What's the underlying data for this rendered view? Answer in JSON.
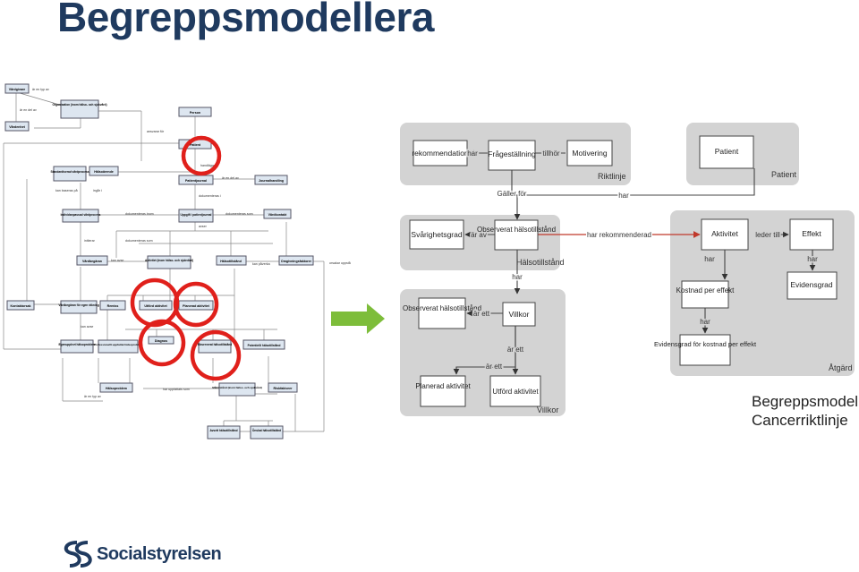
{
  "title": "Begreppsmodellera",
  "left_model": {
    "boxes": [
      {
        "id": "vardgivare",
        "label": "Vårdgivare"
      },
      {
        "id": "organisation",
        "label": "Organisation (inom hälso- och sjukvård)"
      },
      {
        "id": "vardenhet",
        "label": "Vårdenhet"
      },
      {
        "id": "person",
        "label": "Person"
      },
      {
        "id": "patient",
        "label": "Patient"
      },
      {
        "id": "std-vardprocess",
        "label": "Standardiserad vårdprocess"
      },
      {
        "id": "halsoarende",
        "label": "Hälsoärende"
      },
      {
        "id": "patientjournal",
        "label": "Patientjournal"
      },
      {
        "id": "journalhandling",
        "label": "Journalhandling"
      },
      {
        "id": "ind-vardprocess",
        "label": "Individanpassad vårdprocess"
      },
      {
        "id": "uppgift",
        "label": "Uppgift i patientjournal"
      },
      {
        "id": "vardkontakt",
        "label": "Vårdkontakt"
      },
      {
        "id": "vardbegaran",
        "label": "Vårdbegäran"
      },
      {
        "id": "aktivitet-l",
        "label": "Aktivitet (inom hälso- och sjukvård)"
      },
      {
        "id": "halsotillstand-l",
        "label": "Hälsotillstånd"
      },
      {
        "id": "omgivning",
        "label": "Omgivningsfaktorer"
      },
      {
        "id": "kontaktorsak",
        "label": "Kontaktorsak"
      },
      {
        "id": "vardbegaran-egen",
        "label": "Vårdbegäran för egen räkning"
      },
      {
        "id": "remiss",
        "label": "Remiss"
      },
      {
        "id": "utford-l",
        "label": "Utförd aktivitet"
      },
      {
        "id": "planerad-l",
        "label": "Planerad aktivitet"
      },
      {
        "id": "diagnos",
        "label": "Diagnos"
      },
      {
        "id": "egenupplevt",
        "label": "Egenupplevt hälsoproblem"
      },
      {
        "id": "professionellt",
        "label": "Professionellt uppfattat hälsoproblem"
      },
      {
        "id": "observerat-l",
        "label": "Observerat hälsotillstånd"
      },
      {
        "id": "potentiellt",
        "label": "Potentiellt hälsotillstånd"
      },
      {
        "id": "halsoproblem",
        "label": "Hälsoproblem"
      },
      {
        "id": "malstillstand",
        "label": "Måltillstånd (inom hälso- och sjukvård)"
      },
      {
        "id": "riskfaktorer",
        "label": "Riskfaktorer"
      },
      {
        "id": "avsett",
        "label": "Avsett hälsotillstånd"
      },
      {
        "id": "onskat",
        "label": "Önskat hälsotillstånd"
      }
    ],
    "relations": [
      "är en typ av",
      "är en del av",
      "ansvarar för",
      "är en del av",
      "handlägger",
      "kan baseras på",
      "ingår i",
      "dokumenteras i",
      "dokumenteras inom",
      "dokumenteras som",
      "avser",
      "initierar",
      "kan avse",
      "dokumenteras som",
      "kan påverka",
      "orsakar uppstå",
      "kan avse",
      "har uppfattats som",
      "är en typ av"
    ]
  },
  "right_model": {
    "groups": [
      {
        "id": "riktlinje",
        "label": "Riktlinje"
      },
      {
        "id": "patient-g",
        "label": "Patient"
      },
      {
        "id": "halsotillstand-g",
        "label": "Hälsotillstånd"
      },
      {
        "id": "atgard",
        "label": "Åtgärd"
      },
      {
        "id": "villkor-g",
        "label": "Villkor"
      }
    ],
    "nodes": [
      {
        "id": "rekommendation",
        "label": "rekommendation"
      },
      {
        "id": "fragestallning",
        "label": "Frågeställning"
      },
      {
        "id": "motivering",
        "label": "Motivering"
      },
      {
        "id": "patient",
        "label": "Patient"
      },
      {
        "id": "svarighetsgrad",
        "label": "Svårighetsgrad"
      },
      {
        "id": "observerat-h",
        "label": "Observerat hälsotillstånd"
      },
      {
        "id": "aktivitet",
        "label": "Aktivitet"
      },
      {
        "id": "effekt",
        "label": "Effekt"
      },
      {
        "id": "kostnad",
        "label": "Kostnad per effekt"
      },
      {
        "id": "evidensgrad",
        "label": "Evidensgrad"
      },
      {
        "id": "evidensgrad-kostnad",
        "label": "Evidensgrad för kostnad per effekt"
      },
      {
        "id": "observerat-v",
        "label": "Observerat hälsotillstånd"
      },
      {
        "id": "villkor",
        "label": "Villkor"
      },
      {
        "id": "planerad",
        "label": "Planerad aktivitet"
      },
      {
        "id": "utford",
        "label": "Utförd aktivitet"
      }
    ],
    "edges": [
      {
        "label": "har"
      },
      {
        "label": "tillhör"
      },
      {
        "label": "Gäller för"
      },
      {
        "label": "har"
      },
      {
        "label": "är av"
      },
      {
        "label": "har rekommenderad"
      },
      {
        "label": "leder till"
      },
      {
        "label": "har"
      },
      {
        "label": "har"
      },
      {
        "label": "har"
      },
      {
        "label": "har"
      },
      {
        "label": "är ett"
      },
      {
        "label": "är ett"
      },
      {
        "label": "är ett"
      }
    ]
  },
  "caption": {
    "line1": "Begreppsmodell",
    "line2": "Cancerriktlinje"
  },
  "logo": {
    "text": "Socialstyrelsen"
  },
  "colors": {
    "title": "#1f3a5f",
    "group_bg": "#d3d3d3",
    "arrow": "#7dbd3a",
    "red": "#e0201b"
  }
}
